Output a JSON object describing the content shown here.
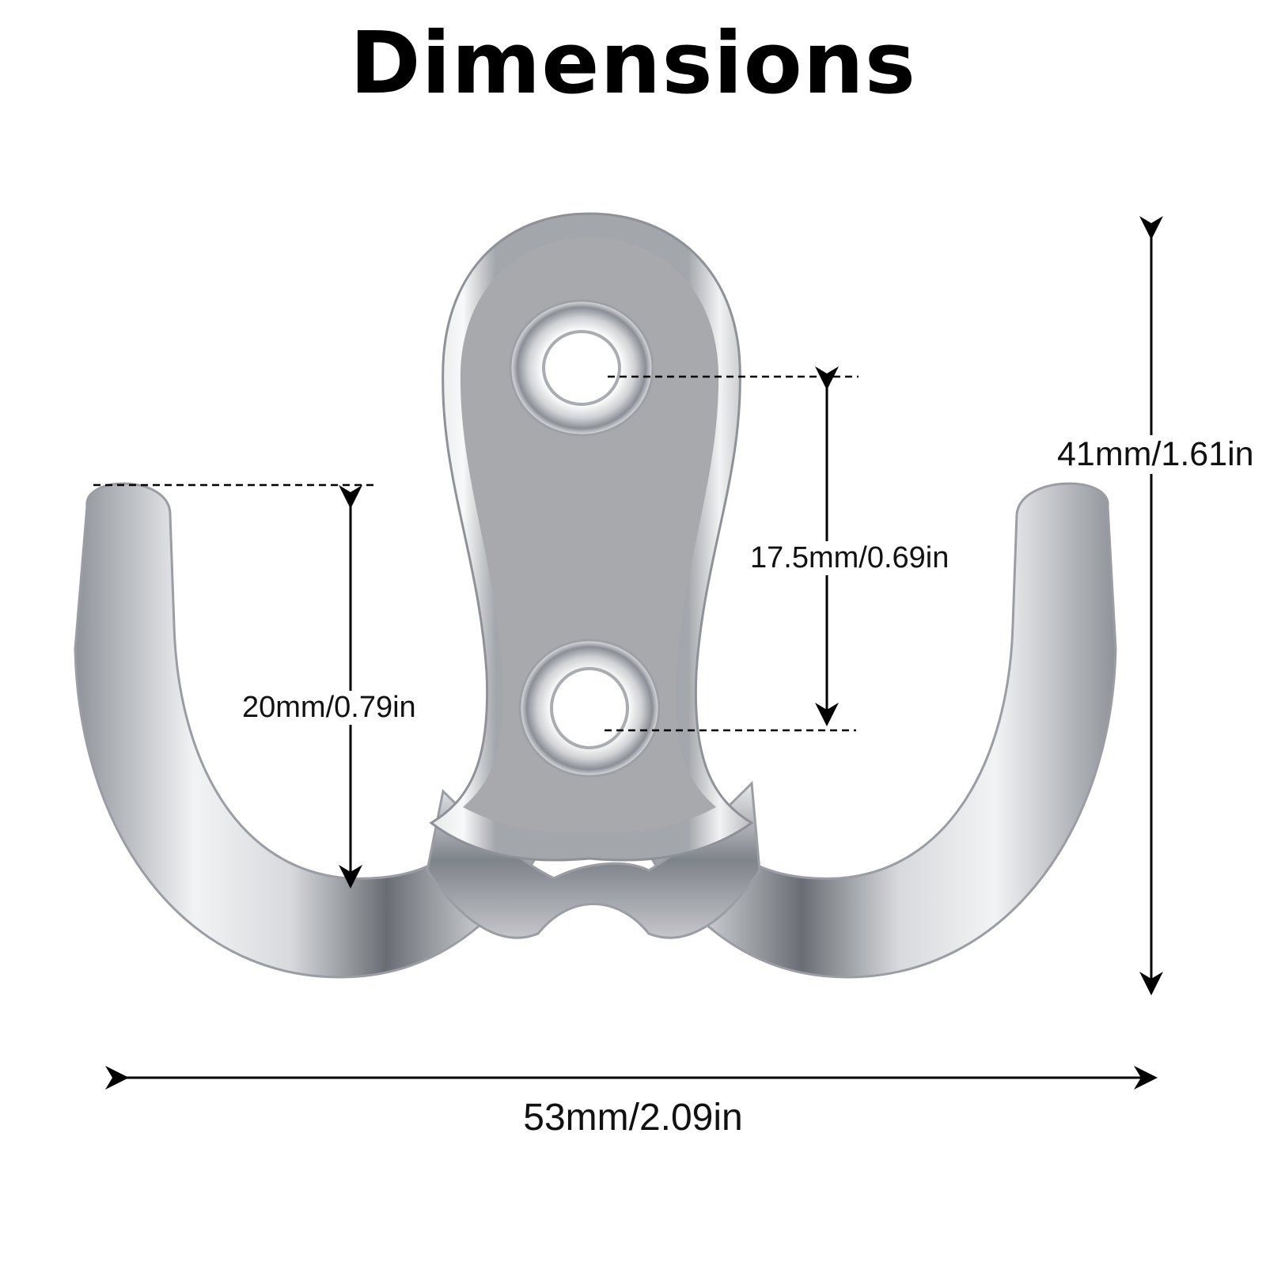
{
  "title": "Dimensions",
  "dimensions": {
    "width": "53mm/2.09in",
    "height": "41mm/1.61in",
    "hook_depth": "20mm/0.79in",
    "hole_spacing": "17.5mm/0.69in"
  },
  "colors": {
    "metal_light": "#f4f5f7",
    "metal_mid": "#b9bcc1",
    "metal_dark": "#5d6167",
    "plate": "#a8aaae",
    "line": "#000000"
  }
}
